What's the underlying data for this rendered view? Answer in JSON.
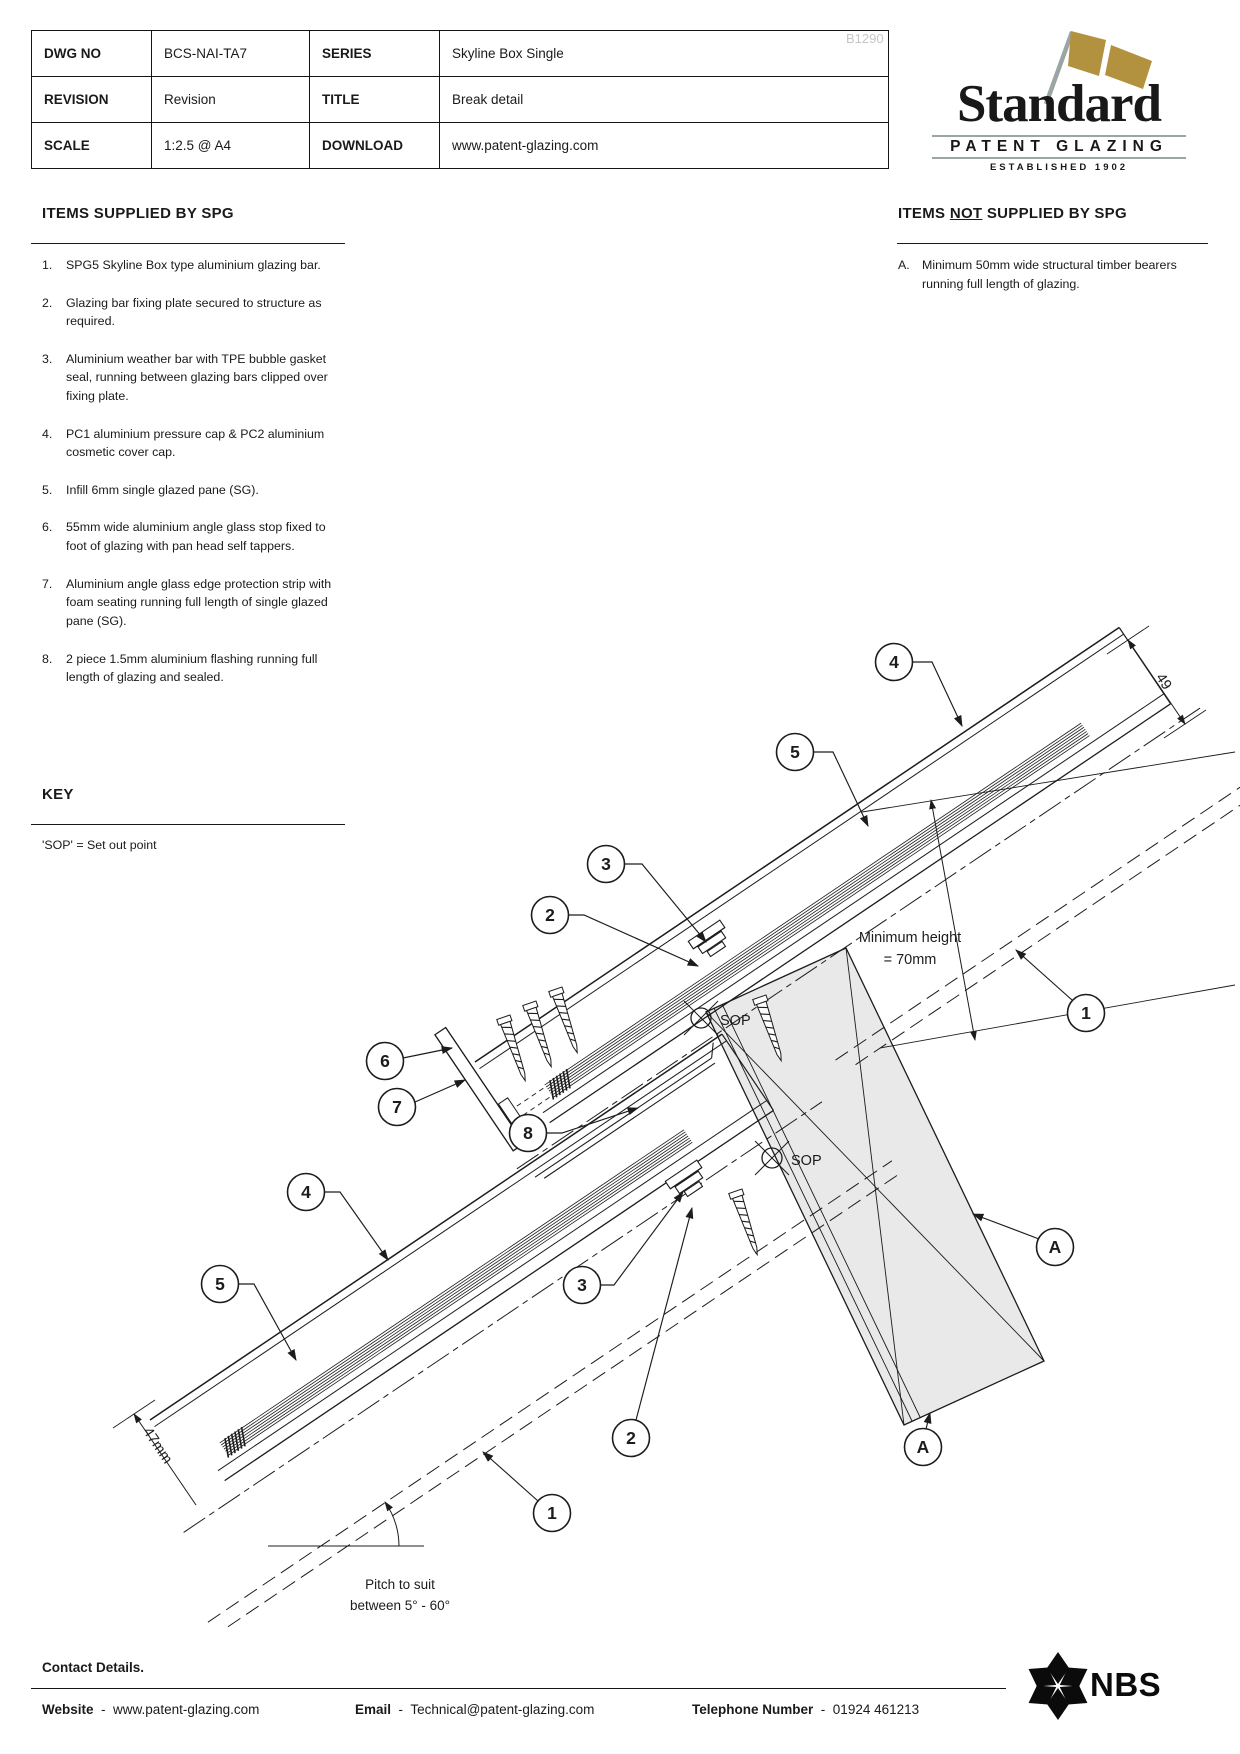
{
  "title_block": {
    "rows": [
      {
        "label1": "DWG NO",
        "value1": "BCS-NAI-TA7",
        "label2": "SERIES",
        "value2": "Skyline Box Single"
      },
      {
        "label1": "REVISION",
        "value1": "Revision",
        "label2": "TITLE",
        "value2": "Break detail"
      },
      {
        "label1": "SCALE",
        "value1": "1:2.5 @ A4",
        "label2": "DOWNLOAD",
        "value2": "www.patent-glazing.com"
      }
    ]
  },
  "watermark": "B1290",
  "logo": {
    "name": "Standard",
    "tagline": "PATENT GLAZING",
    "established": "ESTABLISHED 1902"
  },
  "sections": {
    "supplied": {
      "heading": "ITEMS SUPPLIED BY SPG",
      "items": [
        {
          "num": "1.",
          "text": "SPG5 Skyline Box type aluminium glazing bar."
        },
        {
          "num": "2.",
          "text": "Glazing bar fixing plate secured to structure as required."
        },
        {
          "num": "3.",
          "text": "Aluminium weather bar with TPE bubble gasket seal, running between glazing bars clipped over fixing plate."
        },
        {
          "num": "4.",
          "text": "PC1 aluminium pressure cap & PC2 aluminium cosmetic cover cap."
        },
        {
          "num": "5.",
          "text": "Infill 6mm single glazed pane (SG)."
        },
        {
          "num": "6.",
          "text": "55mm wide aluminium angle glass stop fixed to foot of glazing with pan head self tappers."
        },
        {
          "num": "7.",
          "text": "Aluminium angle glass edge protection strip with foam seating running full length of single glazed pane (SG)."
        },
        {
          "num": "8.",
          "text": "2 piece 1.5mm aluminium flashing running full length of glazing and sealed."
        }
      ]
    },
    "not_supplied": {
      "heading_prefix": "ITEMS ",
      "heading_not": "NOT",
      "heading_suffix": " SUPPLIED BY SPG",
      "items": [
        {
          "num": "A.",
          "text": "Minimum 50mm wide structural timber bearers running full length of glazing."
        }
      ]
    },
    "key": {
      "heading": "KEY",
      "note": "'SOP' = Set out point"
    }
  },
  "diagram": {
    "callouts": [
      {
        "label": "4"
      },
      {
        "label": "5"
      },
      {
        "label": "3"
      },
      {
        "label": "2"
      },
      {
        "label": "6"
      },
      {
        "label": "7"
      },
      {
        "label": "8"
      },
      {
        "label": "4"
      },
      {
        "label": "5"
      },
      {
        "label": "3"
      },
      {
        "label": "2"
      },
      {
        "label": "1"
      },
      {
        "label": "1"
      },
      {
        "label": "A"
      },
      {
        "label": "A"
      }
    ],
    "sop_label": "SOP",
    "dim_49": "49",
    "dim_47": "47mm",
    "min_height_line1": "Minimum height",
    "min_height_line2": "= 70mm",
    "pitch_line1": "Pitch to suit",
    "pitch_line2": "between 5° - 60°"
  },
  "footer": {
    "heading": "Contact Details.",
    "website_label": "Website",
    "website": "www.patent-glazing.com",
    "email_label": "Email",
    "email": "Technical@patent-glazing.com",
    "phone_label": "Telephone Number",
    "phone": "01924 461213",
    "separator": "-",
    "nbs": "NBS"
  }
}
